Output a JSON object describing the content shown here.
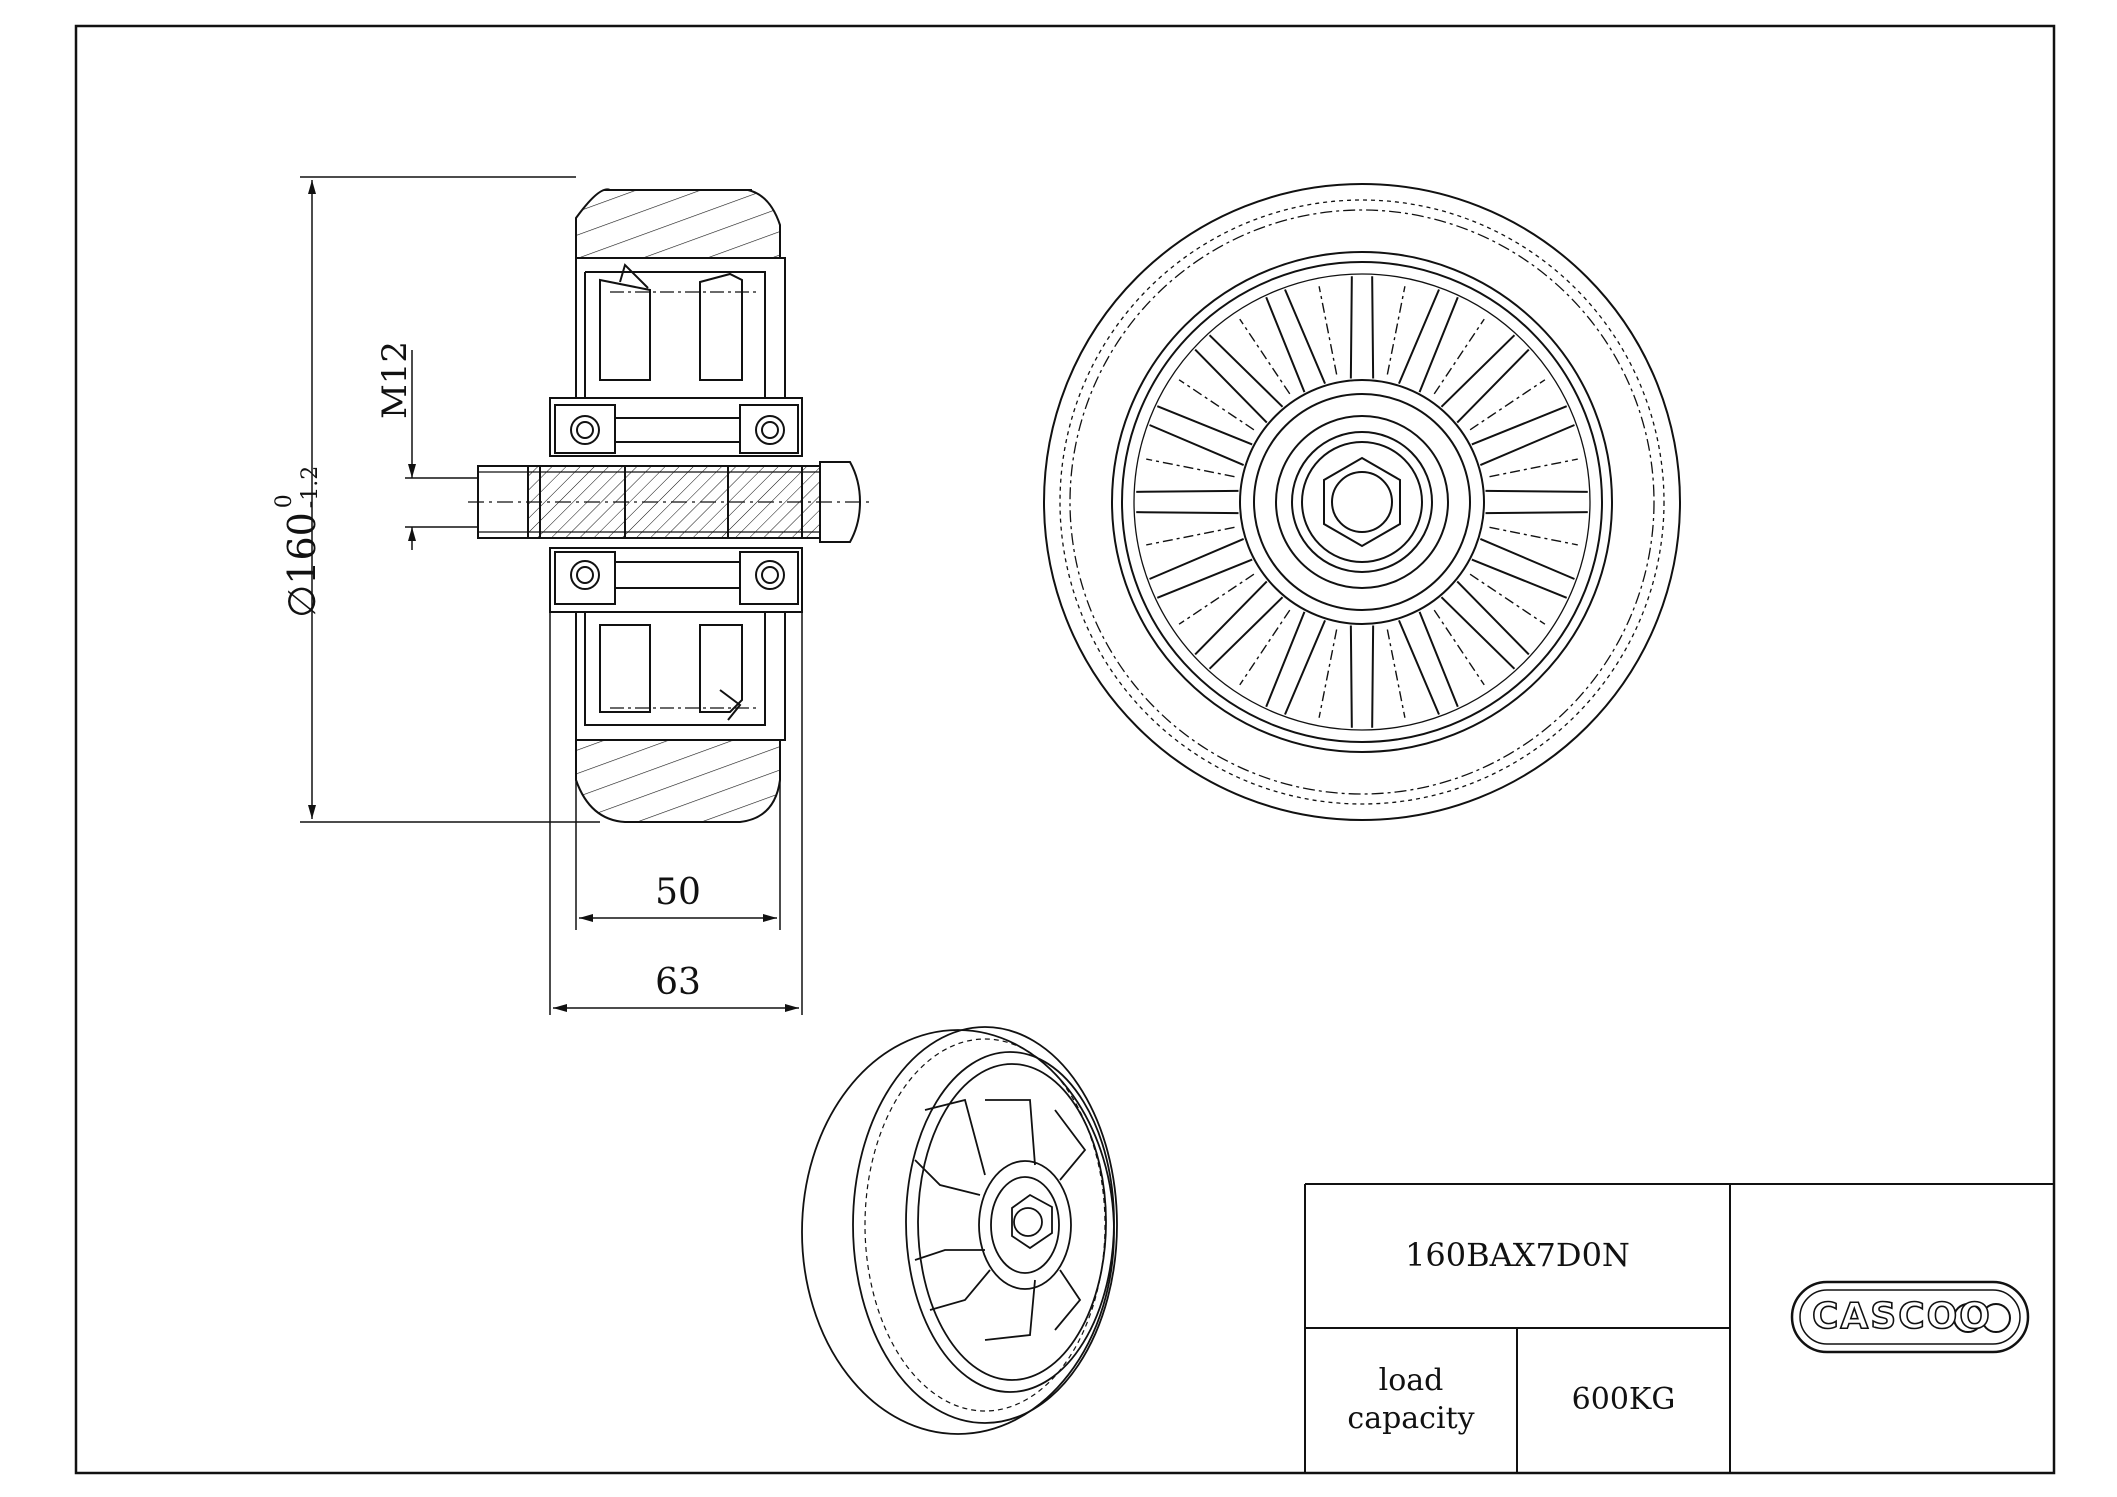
{
  "dimensions": {
    "diameter_symbol": "∅",
    "diameter_value": "160",
    "diameter_tol_upper": "0",
    "diameter_tol_lower": "-1.2",
    "thread": "M12",
    "tread_width": "50",
    "hub_width": "63"
  },
  "title_block": {
    "part_number": "160BAX7D0N",
    "load_label_line1": "load",
    "load_label_line2": "capacity",
    "load_value": "600KG",
    "logo_text": "CASCOO"
  },
  "colors": {
    "line": "#111111",
    "paper": "#ffffff"
  }
}
